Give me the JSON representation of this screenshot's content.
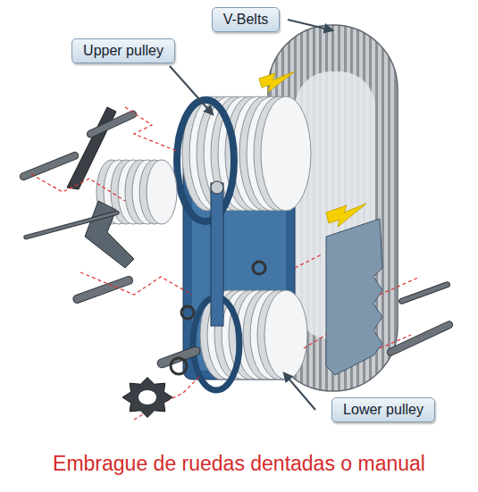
{
  "diagram": {
    "caption": "Embrague de ruedas dentadas o manual",
    "nodes": [
      {
        "text": [
          "V-Belts"
        ]
      },
      {
        "text": [
          "Upper pulley"
        ]
      },
      {
        "text": [
          "Lower pulley"
        ]
      }
    ]
  }
}
